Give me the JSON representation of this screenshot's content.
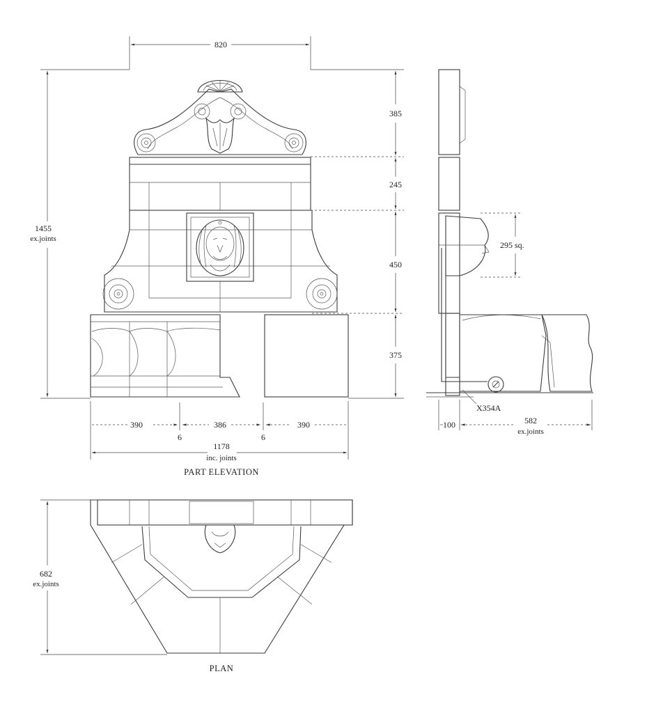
{
  "elevation": {
    "caption": "PART ELEVATION",
    "dim_top_width": "820",
    "dim_height_total": "1455",
    "dim_height_total_note": "ex.joints",
    "dim_pediment": "385",
    "dim_frieze": "245",
    "dim_body": "450",
    "dim_basin": "375",
    "dim_seg_left": "390",
    "dim_seg_mid": "386",
    "dim_seg_right": "390",
    "dim_joint_left": "6",
    "dim_joint_right": "6",
    "dim_total_width": "1178",
    "dim_total_width_note": "inc. joints"
  },
  "section": {
    "dim_mask": "295 sq.",
    "part_code": "X354A",
    "dim_wall": "100",
    "dim_depth": "582",
    "dim_depth_note": "ex.joints"
  },
  "plan": {
    "caption": "PLAN",
    "dim_depth": "682",
    "dim_depth_note": "ex.joints"
  }
}
